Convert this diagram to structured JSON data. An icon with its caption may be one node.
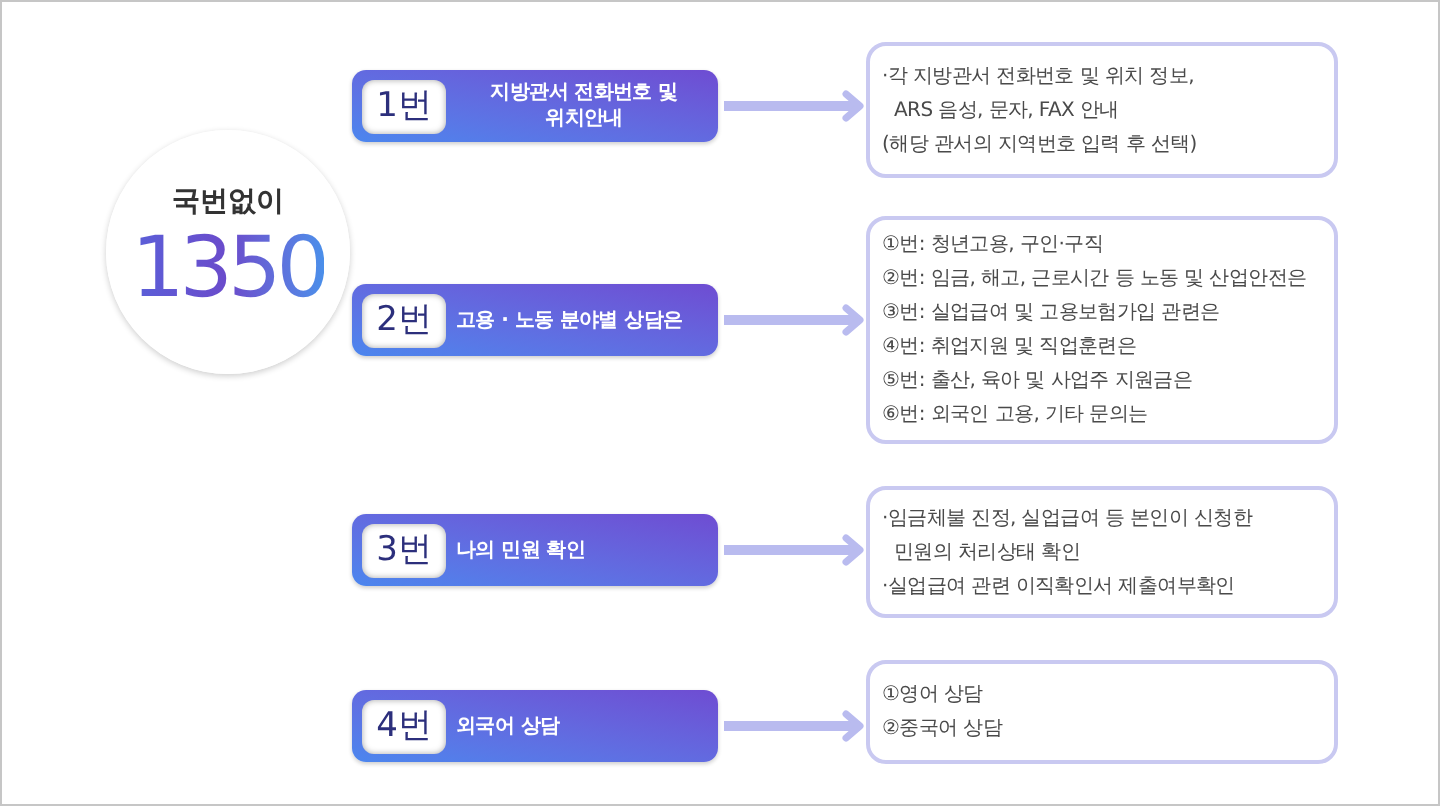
{
  "diagram": {
    "nodes": [
      {
        "text": [
          "국번없이",
          "1350"
        ]
      },
      {
        "text": [
          "1번",
          "지방관서 전화번호 및 위치안내"
        ]
      },
      {
        "text": [
          "·각 지방관서 전화번호 및 위치 정보, ARS 음성, 문자, FAX 안내",
          "(해당 관서의 지역번호 입력 후 선택)"
        ]
      },
      {
        "text": [
          "2번",
          "고용 · 노동 분야별 상담은"
        ]
      },
      {
        "text": [
          "①번: 청년고용, 구인·구직",
          "②번: 임금, 해고, 근로시간 등 노동 및 산업안전은",
          "③번: 실업급여 및 고용보험가입 관련은",
          "④번: 취업지원 및 직업훈련은",
          "⑤번: 출산, 육아 및 사업주 지원금은",
          "⑥번: 외국인 고용, 기타 문의는"
        ]
      },
      {
        "text": [
          "3번",
          "나의 민원 확인"
        ]
      },
      {
        "text": [
          "·임금체불 진정, 실업급여 등 본인이 신청한 민원의 처리상태 확인",
          "·실업급여 관련 이직확인서 제출여부확인"
        ]
      },
      {
        "text": [
          "4번",
          "외국어 상담"
        ]
      },
      {
        "text": [
          "①영어 상담",
          "②중국어 상담"
        ]
      }
    ],
    "edges": [
      {
        "from": 1,
        "to": 2,
        "arrow": "to"
      },
      {
        "from": 3,
        "to": 4,
        "arrow": "to"
      },
      {
        "from": 5,
        "to": 6,
        "arrow": "to"
      },
      {
        "from": 7,
        "to": 8,
        "arrow": "to"
      }
    ]
  }
}
